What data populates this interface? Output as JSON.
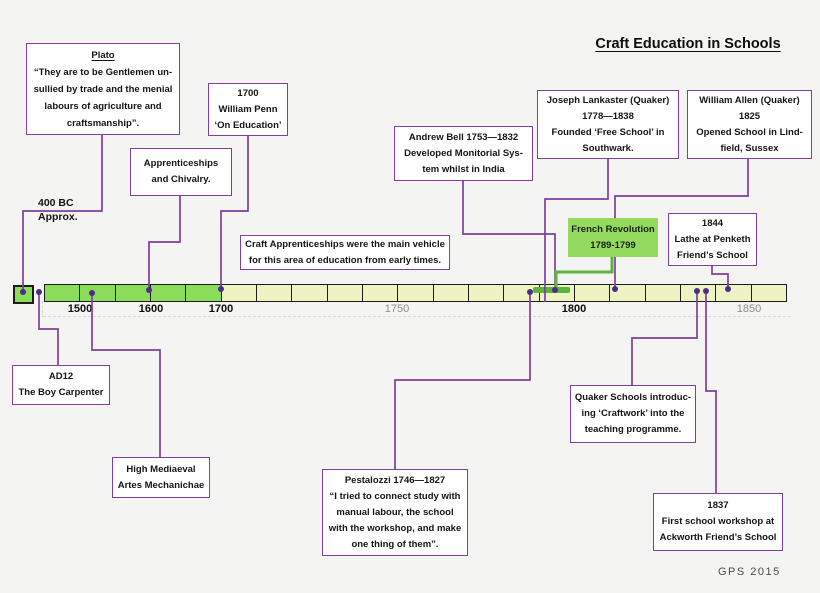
{
  "title": "Craft Education in Schools",
  "credit": "GPS  2015",
  "era_label": {
    "line1": "400 BC",
    "line2": "Approx."
  },
  "timeline": {
    "total_segments": 21,
    "green_segments": 5,
    "highlight_period": "1789-1799",
    "ticks": [
      {
        "label": "1500",
        "dim": false
      },
      {
        "label": "1600",
        "dim": false
      },
      {
        "label": "1700",
        "dim": false
      },
      {
        "label": "1750",
        "dim": true
      },
      {
        "label": "1800",
        "dim": false
      },
      {
        "label": "1850",
        "dim": true
      }
    ]
  },
  "boxes": {
    "plato": {
      "heading": "Plato",
      "lines": [
        "“They are to be Gentlemen un-",
        "sullied by trade and the menial",
        "labours of agriculture and",
        "craftsmanship”."
      ]
    },
    "william_penn": {
      "lines": [
        "1700",
        "William Penn",
        "‘On Education’"
      ]
    },
    "apprenticeships": {
      "lines": [
        "Apprenticeships",
        "and Chivalry."
      ]
    },
    "ad12": {
      "lines": [
        "AD12",
        "The Boy Carpenter"
      ]
    },
    "high_mediaeval": {
      "lines": [
        "High Mediaeval",
        "Artes Mechanichae"
      ]
    },
    "craft_apprenticeships": {
      "lines": [
        "Craft Apprenticeships were the main vehicle",
        "for this area of education from early times."
      ]
    },
    "andrew_bell": {
      "lines": [
        "Andrew Bell  1753—1832",
        "Developed Monitorial Sys-",
        "tem whilst in India"
      ]
    },
    "joseph_lankaster": {
      "lines": [
        "Joseph Lankaster (Quaker)",
        "1778—1838",
        "Founded ‘Free School’ in",
        "Southwark."
      ]
    },
    "william_allen": {
      "lines": [
        "William Allen (Quaker)",
        "1825",
        "Opened School in Lind-",
        "field, Sussex"
      ]
    },
    "french_revolution": {
      "lines": [
        "French Revolution",
        "1789-1799"
      ]
    },
    "lathe_1844": {
      "lines": [
        "1844",
        "Lathe at Penketh",
        "Friend’s School"
      ]
    },
    "pestalozzi": {
      "lines": [
        "Pestalozzi  1746—1827",
        "“I tried to connect study with",
        "manual labour, the school",
        "with the workshop, and make",
        "one thing of them”."
      ]
    },
    "quaker_schools": {
      "lines": [
        "Quaker Schools introduc-",
        "ing ‘Craftwork’ into the",
        "teaching  programme."
      ]
    },
    "workshop_1837": {
      "lines": [
        "1837",
        "First school workshop at",
        "Ackworth Friend’s School"
      ]
    }
  },
  "colors": {
    "accent_purple": "#7e3f9d",
    "dot_purple": "#4f2a86",
    "bar_green": "#8cdc5c",
    "bar_yellow": "#eef3c4",
    "highlight_green": "#5cb43e"
  }
}
